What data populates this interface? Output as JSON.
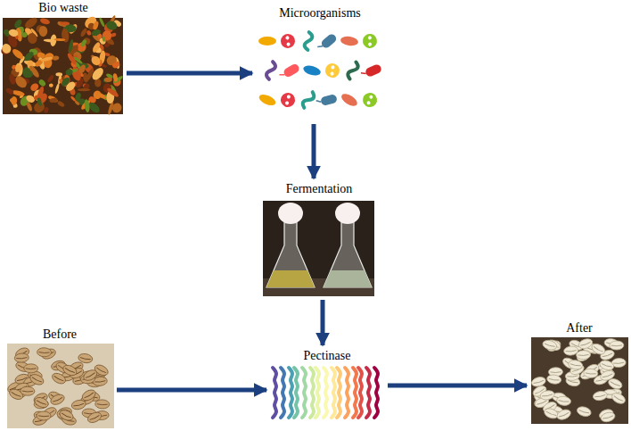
{
  "diagram": {
    "nodes": [
      {
        "text": [
          "Bio waste"
        ]
      },
      {
        "text": [
          "Microorganisms"
        ]
      },
      {
        "text": [
          "Fermentation"
        ]
      },
      {
        "text": [
          "Before"
        ]
      },
      {
        "text": [
          "Pectinase"
        ]
      },
      {
        "text": [
          "After"
        ]
      }
    ],
    "edges": [
      {
        "from": 0,
        "to": 1,
        "arrow": "to"
      },
      {
        "from": 1,
        "to": 2,
        "arrow": "to"
      },
      {
        "from": 2,
        "to": 4,
        "arrow": "to"
      },
      {
        "from": 3,
        "to": 4,
        "arrow": "to"
      },
      {
        "from": 4,
        "to": 5,
        "arrow": "to"
      }
    ]
  }
}
